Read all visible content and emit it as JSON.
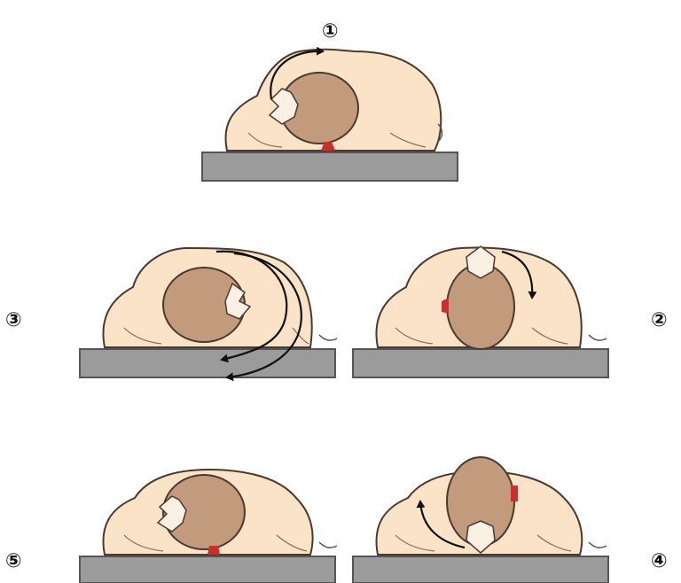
{
  "step_labels": [
    "①",
    "②",
    "③",
    "④",
    "⑤"
  ],
  "colors": {
    "body": "#FBE3C8",
    "body_outline": "#4A3A2E",
    "head": "#C29A7C",
    "face": "#FAF0E4",
    "red_mark": "#CC2E2E",
    "table": "#9B9B9B",
    "table_outline": "#555555",
    "arrow": "#111111"
  },
  "icons": {
    "panel": "patient-body-head-on-table",
    "rotation": "curved-rotation-arrow"
  }
}
